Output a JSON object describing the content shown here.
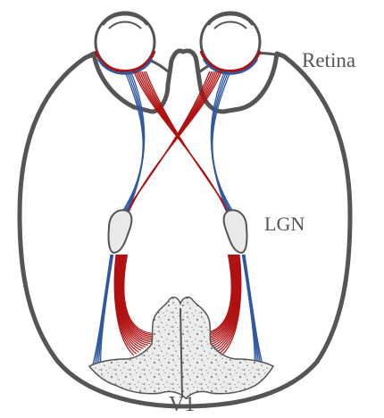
{
  "labels": {
    "retina": "Retina",
    "lgn": "LGN",
    "v1": "V1"
  },
  "colors": {
    "brain_outline": "#555555",
    "fibers_red": "#b01010",
    "fibers_blue": "#2f58a0",
    "lgn_fill": "#e9e9e9",
    "cortex_fill": "#ececec",
    "cortex_speckle": "#777777",
    "label_text": "#555555"
  }
}
